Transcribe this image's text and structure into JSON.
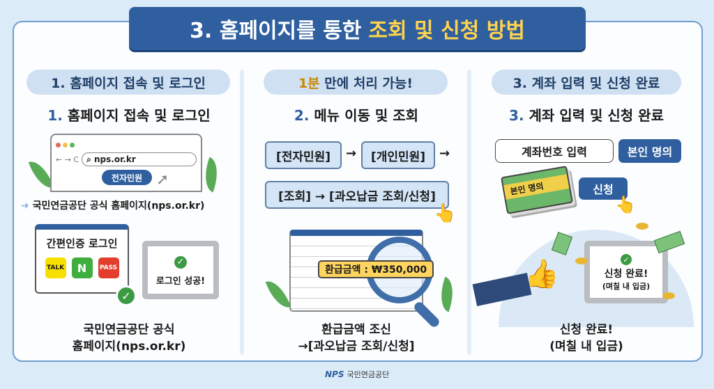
{
  "title": {
    "prefix": "3. 홈페이지를 통한",
    "highlight": "조회 및 신청 방법"
  },
  "columns": [
    {
      "pill": "1. 홈페이지 접속 및 로그인",
      "sub_num": "1.",
      "sub_text": "홈페이지 접속 및 로그인",
      "url": "nps.or.kr",
      "button": "전자민원",
      "caption_line": "국민연금공단 공식 홈페이지(nps.or.kr)",
      "login_title": "간편인증 로그인",
      "login_options": [
        "TALK",
        "N",
        "PASS"
      ],
      "success": "로그인 성공!",
      "bottom": [
        "국민연금공단 공식",
        "홈페이지(nps.or.kr)"
      ]
    },
    {
      "pill_highlight": "1분",
      "pill_rest": "만에 처리 가능!",
      "sub_num": "2.",
      "sub_text": "메뉴 이동 및 조회",
      "steps": [
        "[전자민원]",
        "[개인민원]",
        "[조회] → [과오납금 조회/신청]"
      ],
      "refund_label": "환급금액 : ₩350,000",
      "bottom": [
        "환급금액 조신",
        "→[과오납금 조회/신청]"
      ]
    },
    {
      "pill": "3. 계좌 입력 및 신청 완료",
      "sub_num": "3.",
      "sub_text": "계좌 입력 및 신청 완료",
      "account_input": "계좌번호 입력",
      "own_name": "본인 명의",
      "bankbook": "본인 명의",
      "apply": "신청",
      "screen": [
        "신청 완료!",
        "(며칠 내 입금)"
      ],
      "bottom": [
        "신청 완료!",
        "(며칠 내 입금)"
      ]
    }
  ],
  "footer": {
    "logo": "NPS",
    "org": "국민연금공단"
  },
  "colors": {
    "primary": "#2f5f9e",
    "accent": "#ffd34d",
    "bg": "#dcebf8"
  }
}
